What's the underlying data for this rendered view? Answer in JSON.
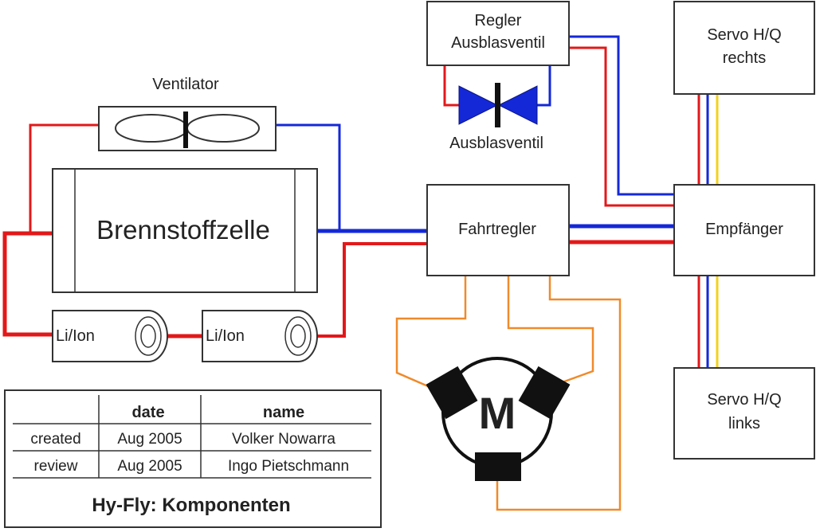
{
  "components": {
    "ventilator": "Ventilator",
    "fuel_cell": "Brennstoffzelle",
    "battery_1": "Li/Ion",
    "battery_2": "Li/Ion",
    "valve_regulator_line1": "Regler",
    "valve_regulator_line2": "Ausblasventil",
    "valve": "Ausblasventil",
    "speed_controller": "Fahrtregler",
    "receiver": "Empfänger",
    "servo_right_line1": "Servo H/Q",
    "servo_right_line2": "rechts",
    "servo_left_line1": "Servo H/Q",
    "servo_left_line2": "links",
    "motor": "M"
  },
  "title_block": {
    "headers": [
      "",
      "date",
      "name"
    ],
    "rows": [
      [
        "created",
        "Aug 2005",
        "Volker Nowarra"
      ],
      [
        "review",
        "Aug 2005",
        "Ingo Pietschmann"
      ]
    ],
    "title": "Hy-Fly: Komponenten"
  },
  "colors": {
    "positive_wire": "#e3181a",
    "negative_wire": "#1428d8",
    "signal_wire": "#f2d21a",
    "motor_wire": "#f08a2a",
    "valve_fill": "#1428d8"
  }
}
